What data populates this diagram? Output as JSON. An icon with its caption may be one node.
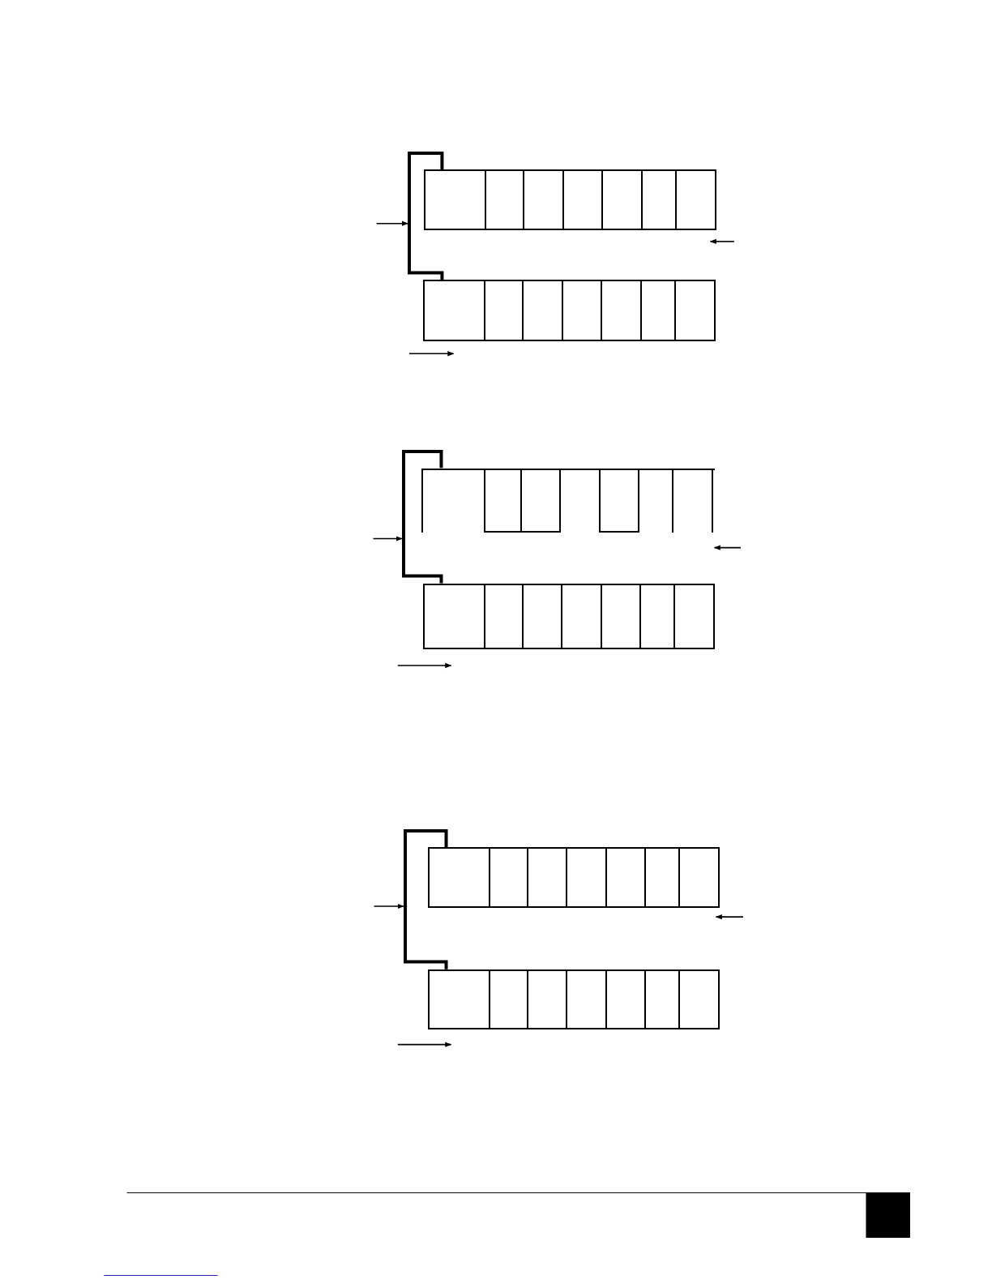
{
  "diagram": {
    "nodes": [
      {
        "text": [],
        "shape": "bracket"
      },
      {
        "text": [],
        "shape": "box"
      },
      {
        "text": [],
        "shape": "box",
        "in": 1
      },
      {
        "text": [],
        "shape": "box",
        "in": 1
      },
      {
        "text": [],
        "shape": "box",
        "in": 1
      },
      {
        "text": [],
        "shape": "box",
        "in": 1
      },
      {
        "text": [],
        "shape": "box",
        "in": 1
      },
      {
        "text": [],
        "shape": "box",
        "in": 1
      },
      {
        "text": [],
        "shape": "box",
        "in": 1
      },
      {
        "text": [],
        "shape": "box"
      },
      {
        "text": [],
        "shape": "box",
        "in": 9
      },
      {
        "text": [],
        "shape": "box",
        "in": 9
      },
      {
        "text": [],
        "shape": "box",
        "in": 9
      },
      {
        "text": [],
        "shape": "box",
        "in": 9
      },
      {
        "text": [],
        "shape": "box",
        "in": 9
      },
      {
        "text": [],
        "shape": "box",
        "in": 9
      },
      {
        "text": [],
        "shape": "box",
        "in": 9
      },
      {
        "text": [],
        "shape": "bracket"
      },
      {
        "text": [],
        "shape": "box"
      },
      {
        "text": [],
        "shape": "box",
        "in": 18
      },
      {
        "text": [],
        "shape": "box",
        "in": 18
      },
      {
        "text": [],
        "shape": "box",
        "in": 18
      },
      {
        "text": [],
        "shape": "box",
        "in": 18
      },
      {
        "text": [],
        "shape": "box",
        "in": 18
      },
      {
        "text": [],
        "shape": "box",
        "in": 18
      },
      {
        "text": [],
        "shape": "box",
        "in": 18
      },
      {
        "text": [],
        "shape": "box"
      },
      {
        "text": [],
        "shape": "box",
        "in": 26
      },
      {
        "text": [],
        "shape": "box",
        "in": 26
      },
      {
        "text": [],
        "shape": "box",
        "in": 26
      },
      {
        "text": [],
        "shape": "box",
        "in": 26
      },
      {
        "text": [],
        "shape": "box",
        "in": 26
      },
      {
        "text": [],
        "shape": "box",
        "in": 26
      },
      {
        "text": [],
        "shape": "box",
        "in": 26
      },
      {
        "text": [],
        "shape": "bracket"
      },
      {
        "text": [],
        "shape": "box"
      },
      {
        "text": [],
        "shape": "box",
        "in": 35
      },
      {
        "text": [],
        "shape": "box",
        "in": 35
      },
      {
        "text": [],
        "shape": "box",
        "in": 35
      },
      {
        "text": [],
        "shape": "box",
        "in": 35
      },
      {
        "text": [],
        "shape": "box",
        "in": 35
      },
      {
        "text": [],
        "shape": "box",
        "in": 35
      },
      {
        "text": [],
        "shape": "box",
        "in": 35
      },
      {
        "text": [],
        "shape": "box"
      },
      {
        "text": [],
        "shape": "box",
        "in": 43
      },
      {
        "text": [],
        "shape": "box",
        "in": 43
      },
      {
        "text": [],
        "shape": "box",
        "in": 43
      },
      {
        "text": [],
        "shape": "box",
        "in": 43
      },
      {
        "text": [],
        "shape": "box",
        "in": 43
      },
      {
        "text": [],
        "shape": "box",
        "in": 43
      },
      {
        "text": [],
        "shape": "box",
        "in": 43
      }
    ],
    "edges": [
      {
        "from": null,
        "to": 0,
        "arrow": "to"
      },
      {
        "from": null,
        "to": 17,
        "arrow": "to"
      },
      {
        "from": null,
        "to": 34,
        "arrow": "to"
      }
    ]
  }
}
